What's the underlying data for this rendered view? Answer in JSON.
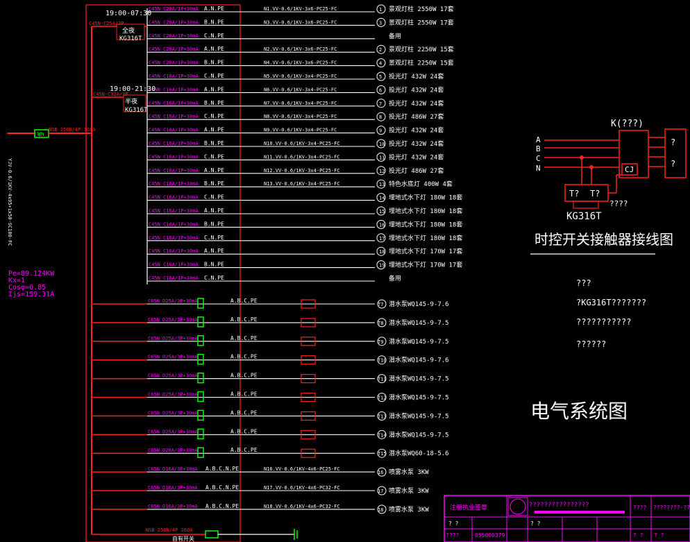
{
  "timers": [
    {
      "time": "19:00-07:30",
      "breaker": "C45N-C25A/3P",
      "mode": "全夜",
      "switch": "KG316T"
    },
    {
      "time": "19:00-21:30",
      "breaker": "C45N-C32A/3P",
      "mode": "半夜",
      "switch": "KG316T"
    }
  ],
  "main": {
    "breaker": "NSB 250N/4P 160A",
    "meter": "Wh",
    "incoming_cable": "YJV-0.6/1KV-4x95+1x50-SC100-FC",
    "bottom_breaker": "NSB 250N/4P 160A",
    "bottom_label": "自有开关"
  },
  "load": {
    "pe": "Pe=89.124KW",
    "kx": "Kx=1",
    "cos": "Cosφ=0.85",
    "ijs": "Ijs=159.31A"
  },
  "circuits": [
    {
      "breaker": "C45N C20A/1P+30mA",
      "phase": "A.N.PE",
      "cable": "N1.VV-0.6/1KV-3x6-PC25-FC",
      "num": "1",
      "desc": "景观灯柱 2550W 17套"
    },
    {
      "breaker": "C45N C20A/1P+30mA",
      "phase": "B.N.PE",
      "cable": "N3.VV-0.6/1KV-3x6-PC25-FC",
      "num": "3",
      "desc": "景观灯柱 2550W 17套"
    },
    {
      "breaker": "C45N C20A/1P+30mA",
      "phase": "C.N.PE",
      "cable": "",
      "num": "",
      "desc": "备用"
    },
    {
      "breaker": "C45N C20A/1P+30mA",
      "phase": "A.N.PE",
      "cable": "N2.VV-0.6/1KV-3x6-PC25-FC",
      "num": "2",
      "desc": "景观灯柱 2250W 15套"
    },
    {
      "breaker": "C45N C20A/1P+30mA",
      "phase": "B.N.PE",
      "cable": "N4.VV-0.6/1KV-3x6-PC25-FC",
      "num": "4",
      "desc": "景观灯柱 2250W 15套"
    },
    {
      "breaker": "C45N C16A/1P+30mA",
      "phase": "C.N.PE",
      "cable": "N5.VV-0.6/1KV-3x4-PC25-FC",
      "num": "5",
      "desc": "投光灯 432W 24套"
    },
    {
      "breaker": "C45N C16A/1P+30mA",
      "phase": "A.N.PE",
      "cable": "N6.VV-0.6/1KV-3x4-PC25-FC",
      "num": "6",
      "desc": "投光灯 432W 24套"
    },
    {
      "breaker": "C45N C16A/1P+30mA",
      "phase": "B.N.PE",
      "cable": "N7.VV-0.6/1KV-3x4-PC25-FC",
      "num": "7",
      "desc": "投光灯 432W 24套"
    },
    {
      "breaker": "C45N C16A/1P+30mA",
      "phase": "C.N.PE",
      "cable": "N8.VV-0.6/1KV-3x4-PC25-FC",
      "num": "8",
      "desc": "投光灯 486W 27套"
    },
    {
      "breaker": "C45N C16A/1P+30mA",
      "phase": "A.N.PE",
      "cable": "N9.VV-0.6/1KV-3x4-PC25-FC",
      "num": "9",
      "desc": "投光灯 432W 24套"
    },
    {
      "breaker": "C45N C16A/1P+30mA",
      "phase": "B.N.PE",
      "cable": "N10.VV-0.6/1KV-3x4-PC25-FC",
      "num": "10",
      "desc": "投光灯 432W 24套"
    },
    {
      "breaker": "C45N C16A/1P+30mA",
      "phase": "C.N.PE",
      "cable": "N11.VV-0.6/1KV-3x4-PC25-FC",
      "num": "11",
      "desc": "投光灯 432W 24套"
    },
    {
      "breaker": "C45N C16A/1P+30mA",
      "phase": "A.N.PE",
      "cable": "N12.VV-0.6/1KV-3x4-PC25-FC",
      "num": "12",
      "desc": "投光灯 486W 27套"
    },
    {
      "breaker": "C45N C16A/1P+30mA",
      "phase": "B.N.PE",
      "cable": "N13.VV-0.6/1KV-3x4-PC25-FC",
      "num": "13",
      "desc": "特色水底灯 400W 4套"
    },
    {
      "breaker": "C45N C16A/1P+30mA",
      "phase": "C.N.PE",
      "cable": "",
      "num": "14",
      "desc": "埋地式水下灯 180W 18套"
    },
    {
      "breaker": "C45N C16A/1P+30mA",
      "phase": "A.N.PE",
      "cable": "",
      "num": "15",
      "desc": "埋地式水下灯 180W 18套"
    },
    {
      "breaker": "C45N C16A/1P+30mA",
      "phase": "B.N.PE",
      "cable": "",
      "num": "16",
      "desc": "埋地式水下灯 180W 18套"
    },
    {
      "breaker": "C45N C16A/1P+30mA",
      "phase": "C.N.PE",
      "cable": "",
      "num": "17",
      "desc": "埋地式水下灯 180W 18套"
    },
    {
      "breaker": "C45N C16A/1P+30mA",
      "phase": "A.N.PE",
      "cable": "",
      "num": "18",
      "desc": "埋地式水下灯 170W 17套"
    },
    {
      "breaker": "C45N C16A/1P+30mA",
      "phase": "B.N.PE",
      "cable": "",
      "num": "19",
      "desc": "埋地式水下灯 170W 17套"
    },
    {
      "breaker": "C45N C16A/1P+30mA",
      "phase": "C.N.PE",
      "cable": "",
      "num": "",
      "desc": "备用"
    }
  ],
  "pump_circuits": [
    {
      "breaker": "C65N D25A/3P+30mA",
      "phase": "A.B.C.PE",
      "num": "T7",
      "desc": "潜水泵WQ145-9-7.6"
    },
    {
      "breaker": "C65N D25A/3P+30mA",
      "phase": "A.B.C.PE",
      "num": "T8",
      "desc": "潜水泵WQ145-9-7.5"
    },
    {
      "breaker": "C65N D25A/3P+30mA",
      "phase": "A.B.C.PE",
      "num": "T9",
      "desc": "潜水泵WQ145-9-7.5"
    },
    {
      "breaker": "C65N D25A/3P+30mA",
      "phase": "A.B.C.PE",
      "num": "T10",
      "desc": "潜水泵WQ145-9-7.6"
    },
    {
      "breaker": "C65N D25A/3P+30mA",
      "phase": "A.B.C.PE",
      "num": "T11",
      "desc": "潜水泵WQ145-9-7.5"
    },
    {
      "breaker": "C65N D25A/3P+30mA",
      "phase": "A.B.C.PE",
      "num": "T12",
      "desc": "潜水泵WQ145-9-7.5"
    },
    {
      "breaker": "C65N D25A/3P+30mA",
      "phase": "A.B.C.PE",
      "num": "T13",
      "desc": "潜水泵WQ145-9-7.5"
    },
    {
      "breaker": "C65N D25A/3P+30mA",
      "phase": "A.B.C.PE",
      "num": "T14",
      "desc": "潜水泵WQ145-9-7.5"
    },
    {
      "breaker": "C65N D20A/3P+30mA",
      "phase": "A.B.C.PE",
      "num": "T15",
      "desc": "潜水泵WQ60-18-5.6"
    },
    {
      "breaker": "C65N D16A/3P+30mA",
      "phase": "A.B.C.N.PE",
      "num": "16",
      "desc": "喷雾水泵 3KW",
      "cable": "N16.VV-0.6/1KV-4x6-PC25-FC"
    },
    {
      "breaker": "C65N D16A/3P+30mA",
      "phase": "A.B.C.N.PE",
      "num": "17",
      "desc": "喷雾水泵 3KW",
      "cable": "N17.VV-0.6/1KV-4x6-PC32-FC"
    },
    {
      "breaker": "C65N D16A/3P+30mA",
      "phase": "A.B.C.N.PE",
      "num": "18",
      "desc": "喷雾水泵 3KW",
      "cable": "N18.VV-0.6/1KV-4x6-PC32-FC"
    }
  ],
  "contactor": {
    "title": "时控开关接触器接线图",
    "k": "K(???)",
    "cj": "CJ",
    "t1": "T?",
    "t2": "T?",
    "kg": "KG316T",
    "q": "????",
    "phases": [
      "A",
      "B",
      "C",
      "N"
    ],
    "out1": "?",
    "out2": "?"
  },
  "notes": [
    "???",
    "?KG316T???????",
    "???????????",
    "??????"
  ],
  "system_title": "电气系统图",
  "title_block": {
    "company": "注册执业签章",
    "project": "????????????????",
    "label1": "????",
    "value1": "????????-????",
    "row2a": "? ?",
    "row2b": "? ?",
    "id": "055000379",
    "date": "????",
    "c1": "? ?",
    "c2": "? ?"
  }
}
